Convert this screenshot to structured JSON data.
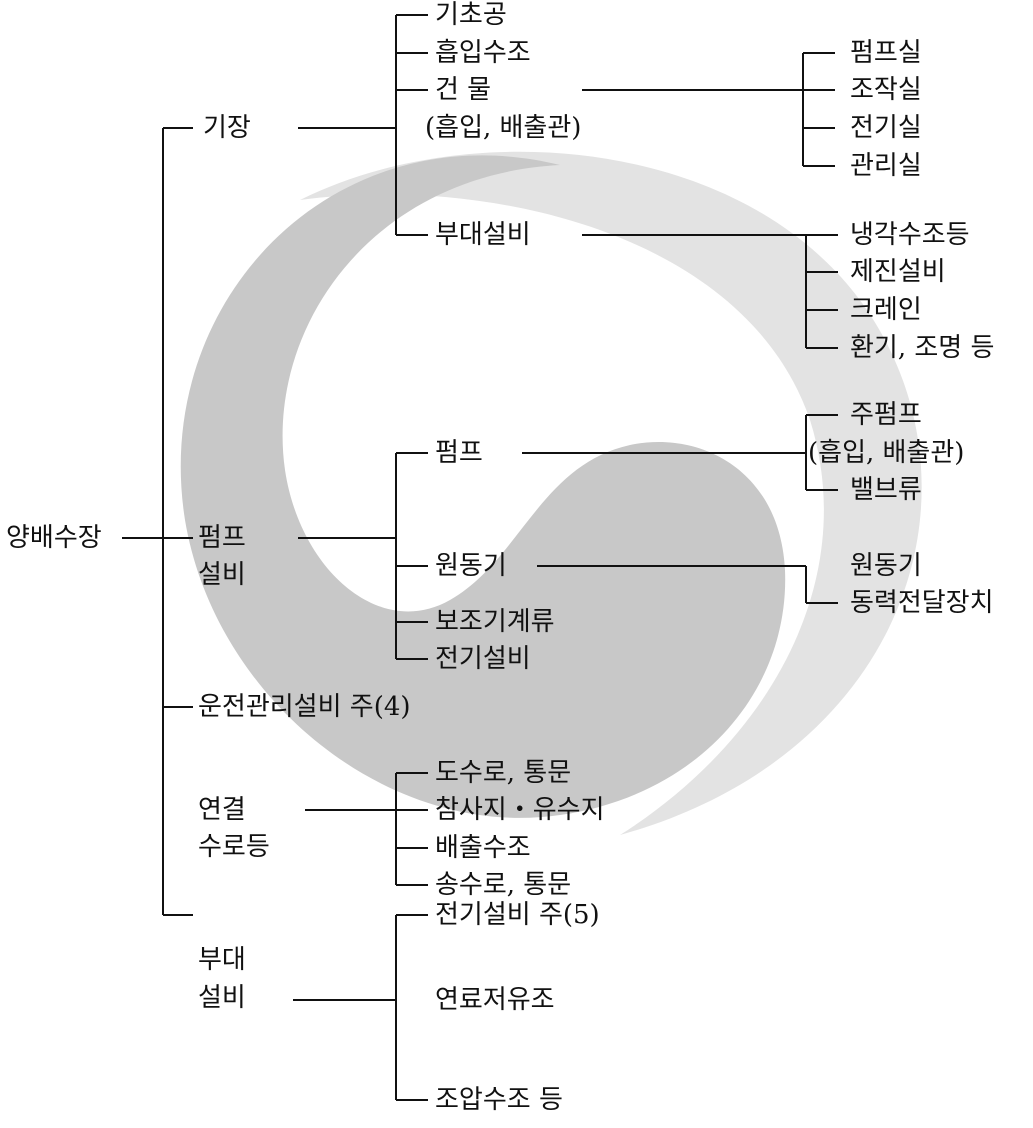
{
  "root": "양배수장",
  "branches": {
    "gijang": "기장",
    "pump_equipment": [
      "펌프",
      "설비"
    ],
    "operation_management": "운전관리설비 주(4)",
    "connection_channels": [
      "연결",
      "수로등"
    ],
    "auxiliary": [
      "부대",
      "설비"
    ]
  },
  "gijang_children": [
    "기초공",
    "흡입수조",
    "건 물",
    "(흡입, 배출관)",
    "부대설비"
  ],
  "building_children": [
    "펌프실",
    "조작실",
    "전기실",
    "관리실"
  ],
  "gijang_aux_children": [
    "냉각수조등",
    "제진설비",
    "크레인",
    "환기, 조명 등"
  ],
  "pump_equipment_children": [
    "펌프",
    "원동기",
    "보조기계류",
    "전기설비"
  ],
  "pump_children": [
    "주펌프",
    "(흡입, 배출관)",
    "밸브류"
  ],
  "motor_children": [
    "원동기",
    "동력전달장치"
  ],
  "connection_children": [
    "도수로, 통문",
    "참사지・유수지",
    "배출수조",
    "송수로, 통문"
  ],
  "auxiliary_children": [
    "전기설비 주(5)",
    "연료저유조",
    "조압수조 등"
  ],
  "colors": {
    "watermark_dark": "#c8c8c8",
    "watermark_light": "#e3e3e3",
    "line": "#111111"
  }
}
